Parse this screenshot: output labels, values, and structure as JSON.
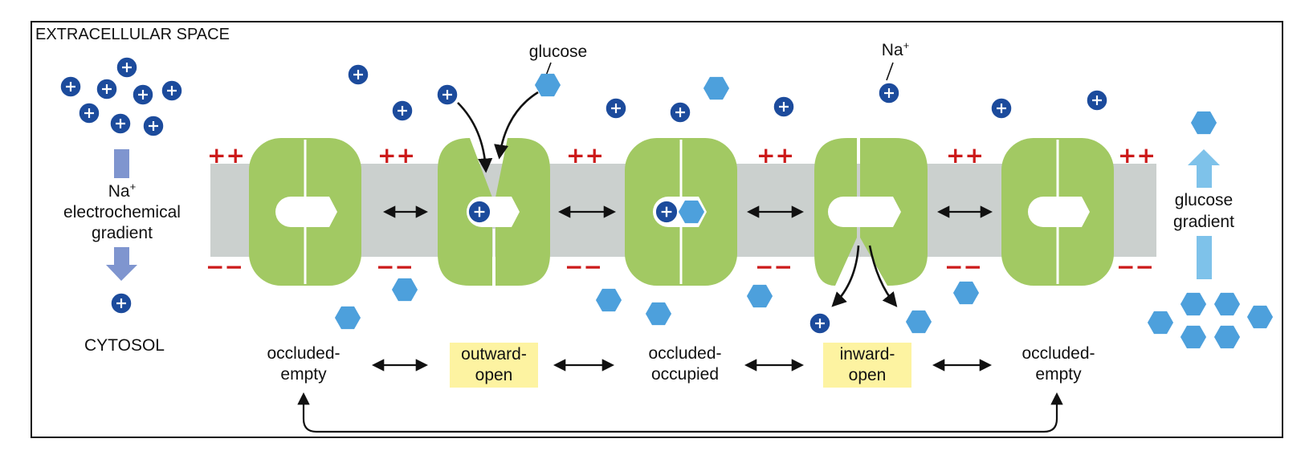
{
  "labels": {
    "extracellular": "EXTRACELLULAR SPACE",
    "cytosol": "CYTOSOL",
    "glucose": "glucose",
    "na_symbol": "Na",
    "na_charge": "+",
    "na_gradient_top": "Na",
    "na_gradient_charge": "+",
    "na_gradient_line1": "electrochemical",
    "na_gradient_line2": "gradient",
    "glucose_gradient_line1": "glucose",
    "glucose_gradient_line2": "gradient"
  },
  "states": [
    {
      "line1": "occluded-",
      "line2": "empty",
      "highlight": false
    },
    {
      "line1": "outward-",
      "line2": "open",
      "highlight": true
    },
    {
      "line1": "occluded-",
      "line2": "occupied",
      "highlight": false
    },
    {
      "line1": "inward-",
      "line2": "open",
      "highlight": true
    },
    {
      "line1": "occluded-",
      "line2": "empty",
      "highlight": false
    }
  ],
  "membrane_charges": {
    "top": "++",
    "bottom": "−−"
  },
  "colors": {
    "protein": "#a2c963",
    "membrane": "#cbd0ce",
    "sodium": "#1c4b9c",
    "glucose": "#4da0dc",
    "na_arrow": "#7f95cf",
    "glucose_arrow": "#7ec2ea",
    "charge": "#cc1a1a",
    "highlight": "#fdf3a1"
  }
}
